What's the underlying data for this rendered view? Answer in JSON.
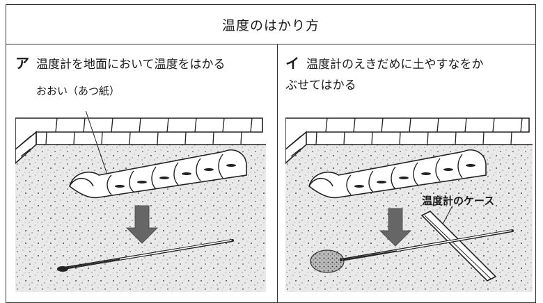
{
  "title": "温度のはかり方",
  "panels": [
    {
      "letter": "ア",
      "caption_lines": [
        "温度計を地面において温度をはかる"
      ],
      "label": "おおい（あつ紙）"
    },
    {
      "letter": "イ",
      "caption_lines": [
        "温度計のえきだめに土やすなをか",
        "ぶせてはかる"
      ],
      "label": "温度計のケース"
    }
  ],
  "icons": {
    "arrow": "down-arrow-icon",
    "thermometer": "thermometer-icon",
    "cover": "paper-cover-icon",
    "case": "thermometer-case-icon",
    "soil": "soil-mound-icon"
  }
}
